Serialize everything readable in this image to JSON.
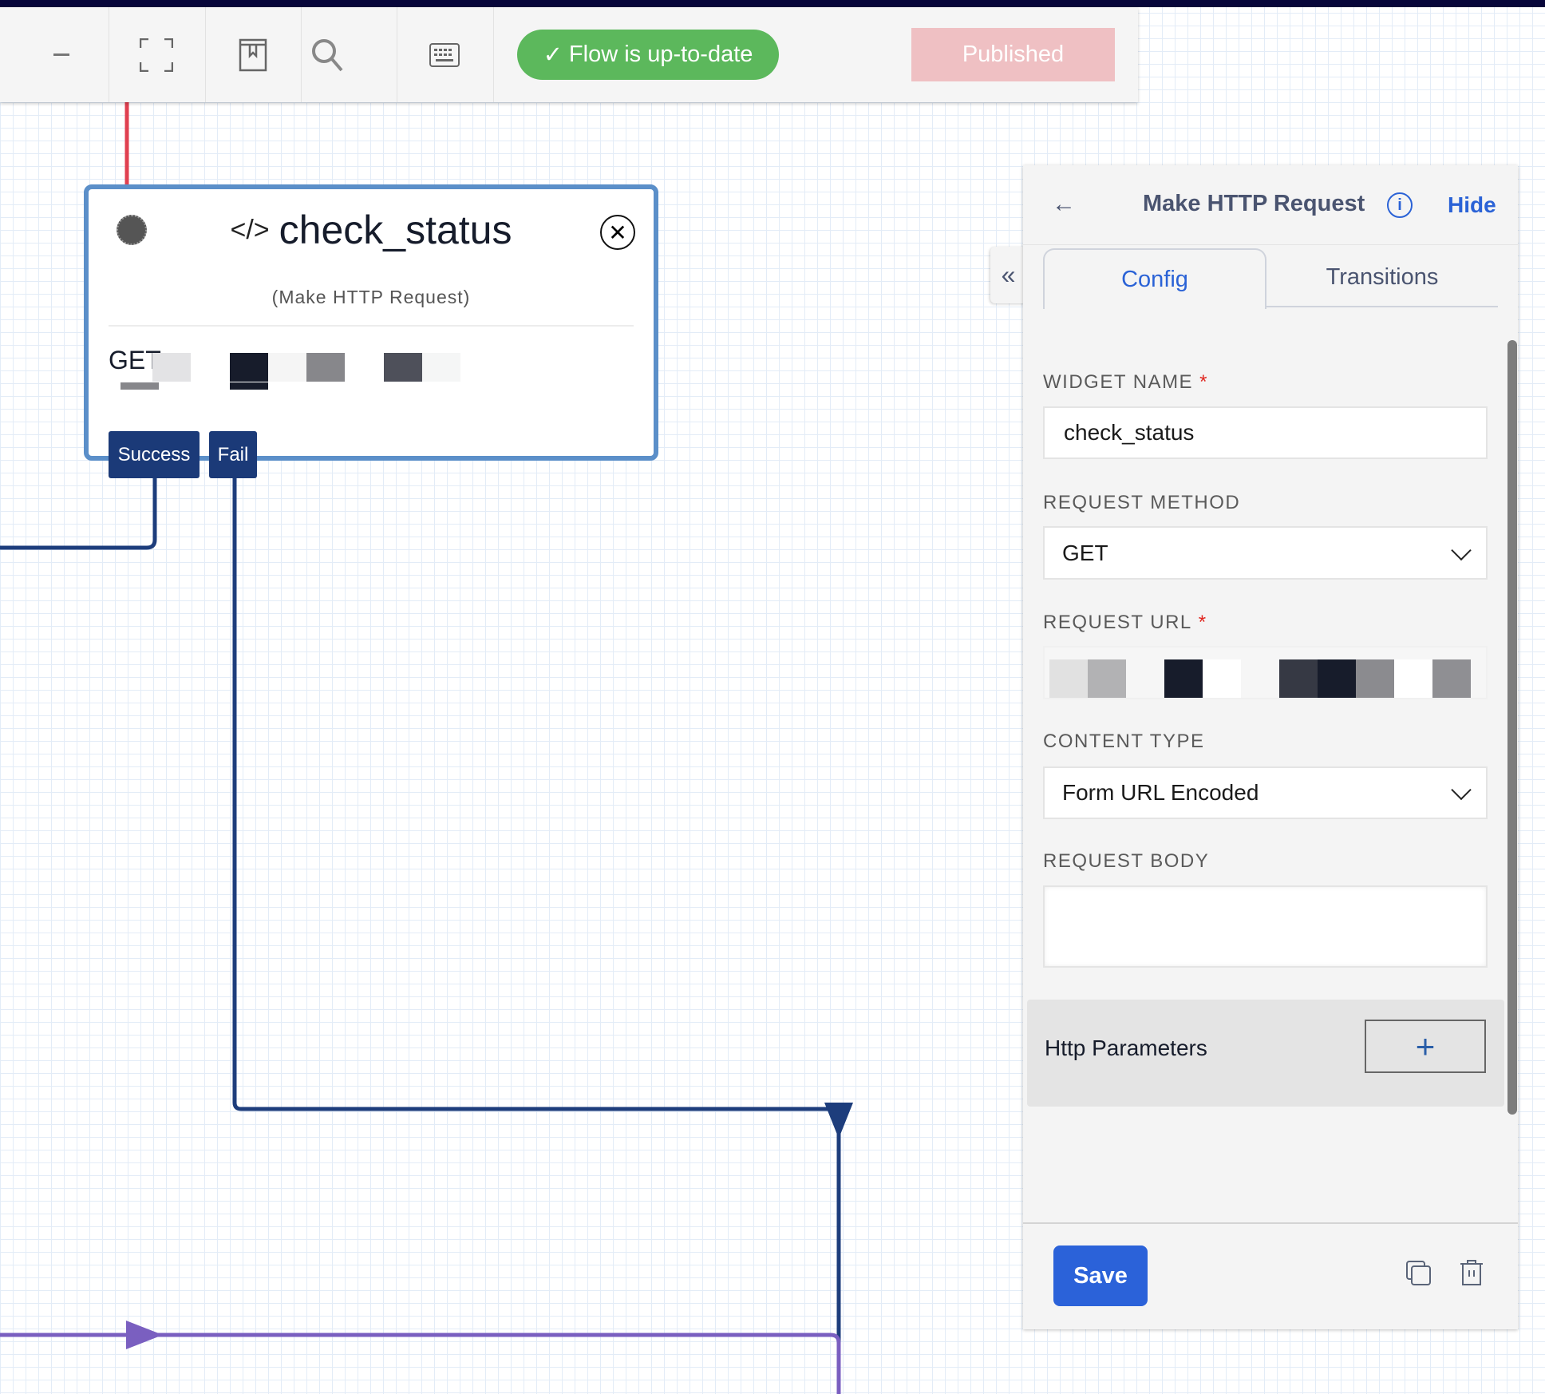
{
  "toolbar": {
    "icons": [
      "minus-icon",
      "fullscreen-icon",
      "bookmark-icon",
      "search-icon",
      "keyboard-icon"
    ],
    "status": "Flow is up-to-date",
    "status_color": "#5cb85c",
    "published_label": "Published",
    "published_color": "#efc0c3"
  },
  "node": {
    "title": "check_status",
    "subtitle": "(Make HTTP Request)",
    "method": "GET",
    "ports": [
      "Success",
      "Fail"
    ],
    "border_color": "#5b8fc9",
    "port_color": "#1b3a78"
  },
  "panel": {
    "title": "Make HTTP Request",
    "hide_label": "Hide",
    "tabs": [
      "Config",
      "Transitions"
    ],
    "active_tab": "Config",
    "widget_name": {
      "label": "WIDGET NAME",
      "required": "*",
      "value": "check_status"
    },
    "request_method": {
      "label": "REQUEST METHOD",
      "value": "GET"
    },
    "request_url": {
      "label": "REQUEST URL",
      "required": "*"
    },
    "content_type": {
      "label": "CONTENT TYPE",
      "value": "Form URL Encoded"
    },
    "request_body": {
      "label": "REQUEST BODY",
      "value": ""
    },
    "http_parameters": {
      "label": "Http Parameters",
      "add": "+"
    },
    "save_label": "Save",
    "accent": "#2b62d9"
  },
  "connectors": {
    "fail_color": "#1d3d7c",
    "incoming_color": "#7a5fc0",
    "top_color": "#e04050"
  }
}
